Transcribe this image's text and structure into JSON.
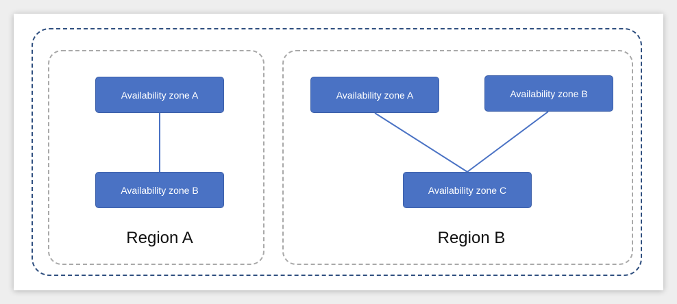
{
  "regions": [
    {
      "label": "Region A",
      "zones": [
        "Availability zone A",
        "Availability zone B"
      ]
    },
    {
      "label": "Region B",
      "zones": [
        "Availability zone A",
        "Availability zone B",
        "Availability zone C"
      ]
    }
  ],
  "colors": {
    "zone_fill": "#4a72c4",
    "link": "#4a72c4",
    "outer_border": "#2f4f7f",
    "region_border": "#a9a9a9"
  }
}
